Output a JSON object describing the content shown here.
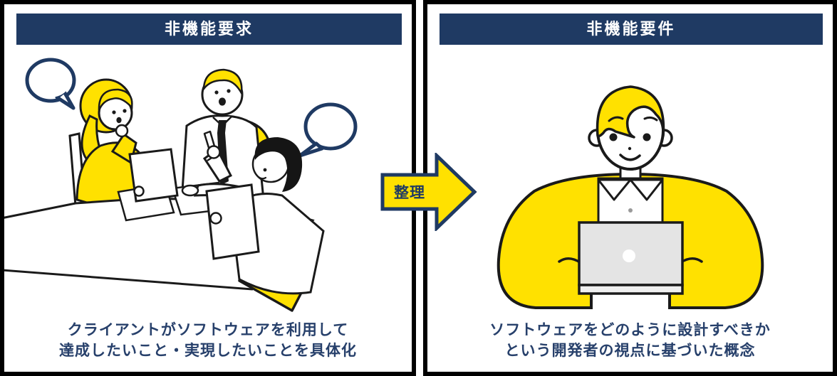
{
  "panels": [
    {
      "id": "left",
      "header": "非機能要求",
      "caption_line1": "クライアントがソフトウェアを利用して",
      "caption_line2": "達成したいこと・実現したいことを具体化",
      "illustration": "three-people-discussing-at-table"
    },
    {
      "id": "right",
      "header": "非機能要件",
      "caption_line1": "ソフトウェアをどのように設計すべきか",
      "caption_line2": "という開発者の視点に基づいた概念",
      "illustration": "developer-working-on-laptop"
    }
  ],
  "arrow": {
    "label": "整理",
    "direction": "right"
  },
  "colors": {
    "navy": "#1f3a63",
    "accent_yellow": "#ffe100",
    "frame_black": "#000000",
    "outline": "#1a1a1a",
    "laptop_gray": "#e4e4e4",
    "background": "#ffffff"
  }
}
